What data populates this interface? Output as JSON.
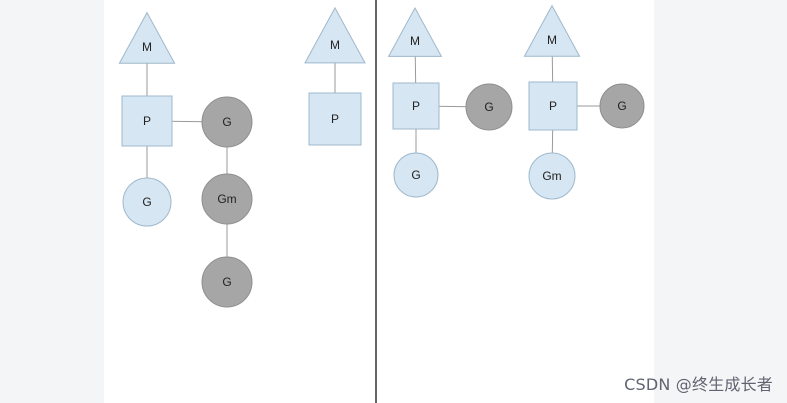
{
  "colors": {
    "light_fill": "#d6e6f2",
    "light_stroke": "#9fb8cc",
    "dark_fill": "#a6a6a6",
    "dark_stroke": "#8f8f8f",
    "edge": "#9a9a9a",
    "divider": "#000000"
  },
  "diagram": {
    "nodes": [
      {
        "id": "l-m1",
        "shape": "triangle",
        "label": "M",
        "tone": "light"
      },
      {
        "id": "l-p1",
        "shape": "square",
        "label": "P",
        "tone": "light"
      },
      {
        "id": "l-g-local",
        "shape": "circle",
        "label": "G",
        "tone": "light"
      },
      {
        "id": "l-g-run",
        "shape": "circle",
        "label": "G",
        "tone": "dark"
      },
      {
        "id": "l-gm",
        "shape": "circle",
        "label": "Gm",
        "tone": "dark"
      },
      {
        "id": "l-g-bottom",
        "shape": "circle",
        "label": "G",
        "tone": "dark"
      },
      {
        "id": "l-m2",
        "shape": "triangle",
        "label": "M",
        "tone": "light"
      },
      {
        "id": "l-p2",
        "shape": "square",
        "label": "P",
        "tone": "light"
      },
      {
        "id": "r-m1",
        "shape": "triangle",
        "label": "M",
        "tone": "light"
      },
      {
        "id": "r-p1",
        "shape": "square",
        "label": "P",
        "tone": "light"
      },
      {
        "id": "r-g-run1",
        "shape": "circle",
        "label": "G",
        "tone": "dark"
      },
      {
        "id": "r-g-local1",
        "shape": "circle",
        "label": "G",
        "tone": "light"
      },
      {
        "id": "r-m2",
        "shape": "triangle",
        "label": "M",
        "tone": "light"
      },
      {
        "id": "r-p2",
        "shape": "square",
        "label": "P",
        "tone": "light"
      },
      {
        "id": "r-g-run2",
        "shape": "circle",
        "label": "G",
        "tone": "dark"
      },
      {
        "id": "r-gm",
        "shape": "circle",
        "label": "Gm",
        "tone": "light"
      }
    ],
    "edges": [
      [
        "l-m1",
        "l-p1"
      ],
      [
        "l-p1",
        "l-g-local"
      ],
      [
        "l-p1",
        "l-g-run"
      ],
      [
        "l-g-run",
        "l-gm"
      ],
      [
        "l-gm",
        "l-g-bottom"
      ],
      [
        "l-m2",
        "l-p2"
      ],
      [
        "r-m1",
        "r-p1"
      ],
      [
        "r-p1",
        "r-g-run1"
      ],
      [
        "r-p1",
        "r-g-local1"
      ],
      [
        "r-m2",
        "r-p2"
      ],
      [
        "r-p2",
        "r-g-run2"
      ],
      [
        "r-p2",
        "r-gm"
      ]
    ]
  },
  "watermark": "CSDN @终生成长者"
}
